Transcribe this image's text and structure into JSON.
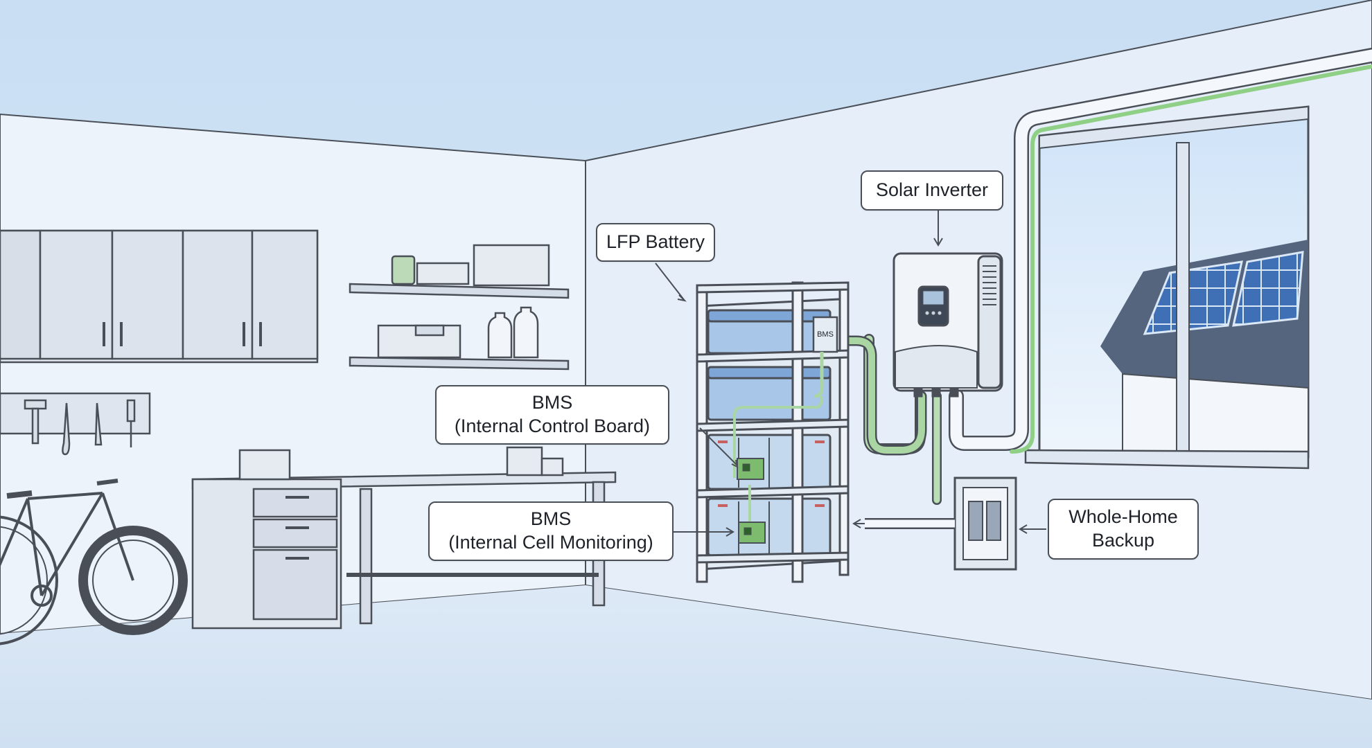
{
  "labels": {
    "lfp_battery": "LFP Battery",
    "solar_inverter": "Solar Inverter",
    "bms_control": {
      "line1": "BMS",
      "line2": "(Internal Control Board)"
    },
    "bms_cell": {
      "line1": "BMS",
      "line2": "(Internal Cell Monitoring)"
    },
    "whole_home_backup": {
      "line1": "Whole-Home",
      "line2": "Backup"
    },
    "bms_tag": "BMS"
  },
  "colors": {
    "wall": "#eaf2fb",
    "floor": "#d9e7f6",
    "line": "#4a4f57",
    "cable_green": "#8fcf86",
    "battery_blue": "#a8c6e8",
    "sky": "#dcebfb",
    "solar_panel": "#3d6db3"
  }
}
